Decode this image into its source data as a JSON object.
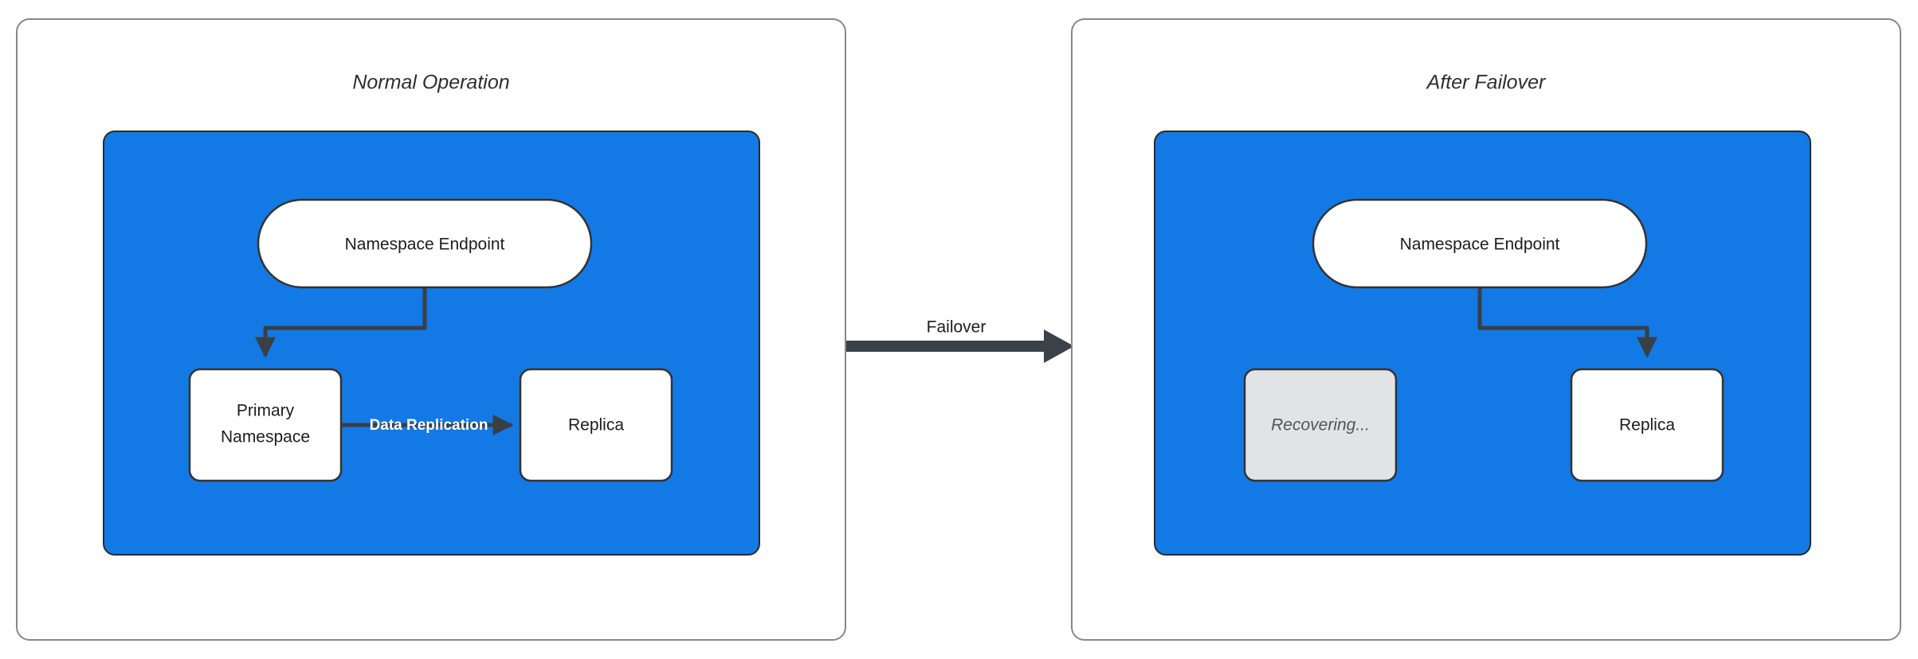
{
  "diagram": {
    "type": "flow-diagram",
    "title_left": "Normal Operation",
    "title_right": "After Failover",
    "colors": {
      "group_blue": "#1379E4",
      "node_white": "#ffffff",
      "node_grey": "#E1E3E5",
      "border_dark": "#333333",
      "panel_border": "#888888",
      "edge_dark": "#3a3f44",
      "label_white": "#ffffff",
      "muted_text": "#555555"
    }
  },
  "panels": [
    {
      "id": "normal-operation",
      "title": "Normal Operation",
      "group_label": "",
      "nodes": [
        {
          "id": "endpoint-left",
          "label": "Namespace Endpoint",
          "shape": "pill",
          "fill": "white"
        },
        {
          "id": "primary-left",
          "label": "Primary\nNamespace",
          "shape": "rounded-rect",
          "fill": "white",
          "lines": [
            "Primary",
            "Namespace"
          ]
        },
        {
          "id": "replica-left",
          "label": "Replica",
          "shape": "rounded-rect",
          "fill": "white"
        }
      ],
      "edges": [
        {
          "id": "endpoint-to-primary",
          "from": "endpoint-left",
          "to": "primary-left",
          "label": "",
          "style": "elbow-arrow"
        },
        {
          "id": "primary-to-replica",
          "from": "primary-left",
          "to": "replica-left",
          "label": "Data Replication",
          "style": "straight-arrow"
        }
      ]
    },
    {
      "id": "after-failover",
      "title": "After Failover",
      "group_label": "",
      "nodes": [
        {
          "id": "endpoint-right",
          "label": "Namespace Endpoint",
          "shape": "pill",
          "fill": "white"
        },
        {
          "id": "recovering-right",
          "label": "Recovering...",
          "shape": "rounded-rect",
          "fill": "grey",
          "italic": true
        },
        {
          "id": "replica-right",
          "label": "Replica",
          "shape": "rounded-rect",
          "fill": "white"
        }
      ],
      "edges": [
        {
          "id": "endpoint-to-replica",
          "from": "endpoint-right",
          "to": "replica-right",
          "label": "",
          "style": "elbow-arrow"
        }
      ]
    }
  ],
  "transition": {
    "id": "failover-transition",
    "label": "Failover",
    "from_panel": "normal-operation",
    "to_panel": "after-failover",
    "direction": "right"
  }
}
